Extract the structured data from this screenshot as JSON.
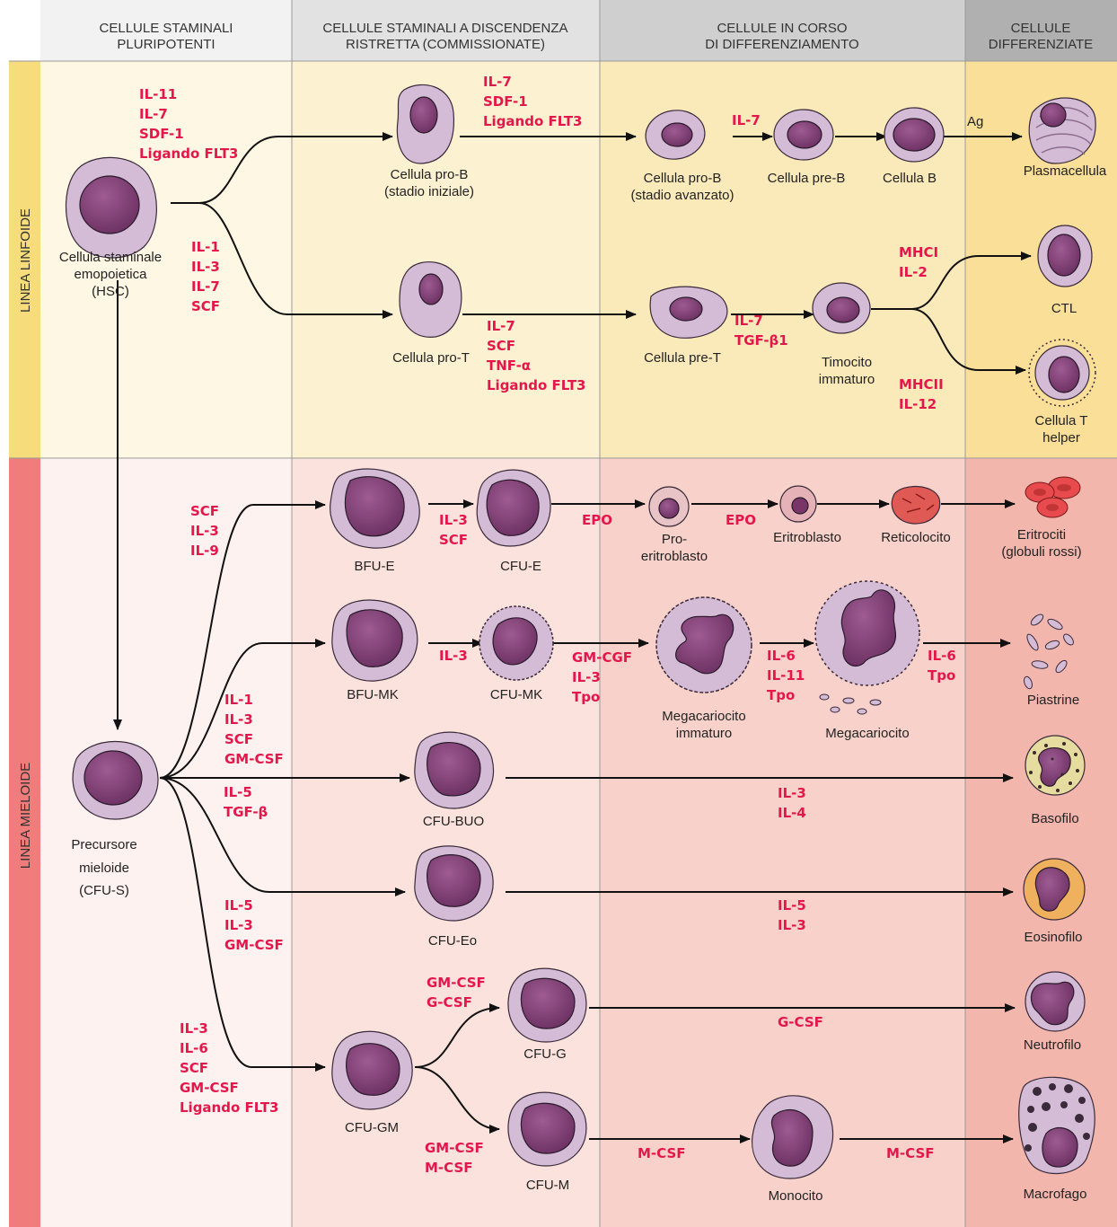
{
  "headers": {
    "col1": [
      "CELLULE STAMINALI",
      "PLURIPOTENTI"
    ],
    "col2": [
      "CELLULE STAMINALI A DISCENDENZA",
      "RISTRETTA (COMMISSIONATE)"
    ],
    "col3": [
      "CELLULE IN CORSO",
      "DI DIFFERENZIAMENTO"
    ],
    "col4": [
      "CELLULE",
      "DIFFERENZIATE"
    ]
  },
  "rows": {
    "lymphoid": "LINEA LINFOIDE",
    "myeloid": "LINEA MIELOIDE"
  },
  "cells": {
    "hsc": [
      "Cellula staminale",
      "emopoietica",
      "(HSC)"
    ],
    "pro_b_early": [
      "Cellula pro-B",
      "(stadio iniziale)"
    ],
    "pro_b_late": [
      "Cellula pro-B",
      "(stadio avanzato)"
    ],
    "pre_b": [
      "Cellula pre-B"
    ],
    "b": [
      "Cellula B"
    ],
    "plasma": [
      "Plasmacellula"
    ],
    "pro_t": [
      "Cellula pro-T"
    ],
    "pre_t": [
      "Cellula pre-T"
    ],
    "thymocyte": [
      "Timocito",
      "immaturo"
    ],
    "ctl": [
      "CTL"
    ],
    "t_helper": [
      "Cellula T",
      "helper"
    ],
    "cfu_s": [
      "Precursore",
      "mieloide",
      "(CFU-S)"
    ],
    "bfu_e": [
      "BFU-E"
    ],
    "cfu_e": [
      "CFU-E"
    ],
    "pro_ery": [
      "Pro-",
      "eritroblasto"
    ],
    "erythroblast": [
      "Eritroblasto"
    ],
    "reticulocyte": [
      "Reticolocito"
    ],
    "erythrocytes": [
      "Eritrociti",
      "(globuli rossi)"
    ],
    "bfu_mk": [
      "BFU-MK"
    ],
    "cfu_mk": [
      "CFU-MK"
    ],
    "mk_immature": [
      "Megacariocito",
      "immaturo"
    ],
    "megakaryocyte": [
      "Megacariocito"
    ],
    "platelets": [
      "Piastrine"
    ],
    "cfu_buo": [
      "CFU-BUO"
    ],
    "basophil": [
      "Basofilo"
    ],
    "cfu_eo": [
      "CFU-Eo"
    ],
    "eosinophil": [
      "Eosinofilo"
    ],
    "cfu_gm": [
      "CFU-GM"
    ],
    "cfu_g": [
      "CFU-G"
    ],
    "neutrophil": [
      "Neutrofilo"
    ],
    "cfu_m": [
      "CFU-M"
    ],
    "monocyte": [
      "Monocito"
    ],
    "macrophage": [
      "Macrofago"
    ]
  },
  "cytokines": {
    "hsc_to_pro_b": [
      "IL-11",
      "IL-7",
      "SDF-1",
      "Ligando FLT3"
    ],
    "pro_b_to_late": [
      "IL-7",
      "SDF-1",
      "Ligando FLT3"
    ],
    "late_to_pre_b": [
      "IL-7"
    ],
    "b_to_plasma": [
      "Ag"
    ],
    "hsc_to_pro_t": [
      "IL-1",
      "IL-3",
      "IL-7",
      "SCF"
    ],
    "pro_t_to_pre_t": [
      "IL-7",
      "SCF",
      "TNF-α",
      "Ligando FLT3"
    ],
    "pre_t_to_thymocyte": [
      "IL-7",
      "TGF-β1"
    ],
    "to_ctl": [
      "MHCI",
      "IL-2"
    ],
    "to_t_helper": [
      "MHCII",
      "IL-12"
    ],
    "to_bfu_e": [
      "SCF",
      "IL-3",
      "IL-9"
    ],
    "bfu_e_to_cfu_e": [
      "IL-3",
      "SCF"
    ],
    "cfu_e_to_pro_ery": [
      "EPO"
    ],
    "pro_ery_to_erythroblast": [
      "EPO"
    ],
    "to_bfu_mk": [
      "IL-1",
      "IL-3",
      "SCF",
      "GM-CSF"
    ],
    "bfu_mk_to_cfu_mk": [
      "IL-3"
    ],
    "cfu_mk_to_mk_immature": [
      "GM-CGF",
      "IL-3",
      "Tpo"
    ],
    "mk_immature_to_mk": [
      "IL-6",
      "IL-11",
      "Tpo"
    ],
    "mk_to_platelets": [
      "IL-6",
      "Tpo"
    ],
    "to_cfu_buo": [
      "IL-5",
      "TGF-β"
    ],
    "buo_to_basophil": [
      "IL-3",
      "IL-4"
    ],
    "to_cfu_eo": [
      "IL-5",
      "IL-3",
      "GM-CSF"
    ],
    "eo_to_eosinophil": [
      "IL-5",
      "IL-3"
    ],
    "to_cfu_gm": [
      "IL-3",
      "IL-6",
      "SCF",
      "GM-CSF",
      "Ligando FLT3"
    ],
    "gm_to_cfu_g": [
      "GM-CSF",
      "G-CSF"
    ],
    "gm_to_cfu_m": [
      "GM-CSF",
      "M-CSF"
    ],
    "g_to_neutrophil": [
      "G-CSF"
    ],
    "m_to_monocyte": [
      "M-CSF"
    ],
    "monocyte_to_macrophage": [
      "M-CSF"
    ]
  },
  "colors": {
    "header_bg": "#ececec",
    "header_bg_dark": "#d3d3d3",
    "header_bg_darkest": "#b3b3b3",
    "lymph_bg": [
      "#fdf7e3",
      "#fcf2d2",
      "#fbebbb",
      "#f9e09c"
    ],
    "myelo_bg": [
      "#fdf1ee",
      "#fbe1db",
      "#f8d3cb",
      "#f4b7ae"
    ],
    "lymph_label": "#f6dc7a",
    "myelo_label": "#f07d7b",
    "cytokine": "#e3174b",
    "cell_cytoplasm": "#d4bcd7",
    "cell_nucleus": "#86457a"
  }
}
